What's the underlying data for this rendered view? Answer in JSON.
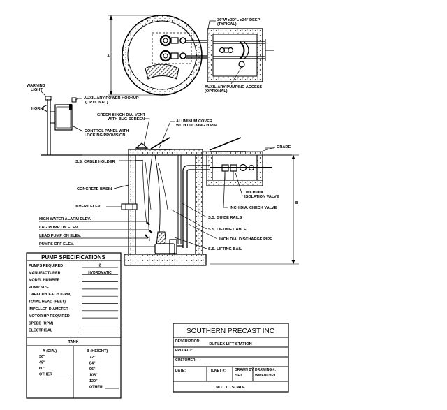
{
  "plan_view": {
    "dim_a": "A",
    "valve_vault_note_line1": "36\"W x30\"L x24\" DEEP",
    "valve_vault_note_line2": "(TYPICAL)",
    "aux_pumping_line1": "AUXILIARY PUMPING ACCESS",
    "aux_pumping_line2": "(OPTIONAL)"
  },
  "section_labels": {
    "warning_light_line1": "WARNING",
    "warning_light_line2": "LIGHT",
    "horn": "HORN",
    "aux_power_line1": "AUXILIARY POWER HOOKUP",
    "aux_power_line2": "(OPTIONAL)",
    "vent_line1": "GREEN 8 INCH DIA. VENT",
    "vent_line2": "WITH BUG SCREEN",
    "control_panel_line1": "CONTROL PANEL WITH",
    "control_panel_line2": "LOCKING PROVISION",
    "cover_line1": "ALUMINUM COVER",
    "cover_line2": "WITH LOCKING HASP",
    "grade": "GRADE",
    "ss_cable_holder": "S.S. CABLE HOLDER",
    "concrete_basin": "CONCRETE BASIN",
    "isolation_valve_line1": "INCH DIA.",
    "isolation_valve_line2": "ISOLATION VALVE",
    "check_valve": "INCH DIA. CHECK VALVE",
    "invert_elev": "INVERT ELEV.",
    "high_water": "HIGH WATER ALARM ELEV.",
    "lag_pump": "LAG PUMP ON ELEV.",
    "lead_pump": "LEAD PUMP ON ELEV.",
    "pumps_off": "PUMPS OFF ELEV.",
    "guide_rails": "S.S. GUIDE RAILS",
    "lifting_cable": "S.S. LIFTING CABLE",
    "discharge_pipe": "INCH DIA. DISCHARGE PIPE",
    "lifting_bail": "S.S. LIFTING BAIL",
    "dim_b": "B"
  },
  "pump_specs": {
    "title": "PUMP SPECIFICATIONS",
    "rows": [
      {
        "label": "PUMPS REQUIRED",
        "value": "2"
      },
      {
        "label": "MANUFACTURER",
        "value": "HYDROMATIC"
      },
      {
        "label": "MODEL NUMBER",
        "value": ""
      },
      {
        "label": "PUMP SIZE",
        "value": ""
      },
      {
        "label": "CAPACITY EACH (GPM)",
        "value": ""
      },
      {
        "label": "TOTAL HEAD (FEET)",
        "value": ""
      },
      {
        "label": "IMPELLER DIAMETER",
        "value": ""
      },
      {
        "label": "MOTOR HP REQUIRED",
        "value": ""
      },
      {
        "label": "SPEED (RPM)",
        "value": ""
      },
      {
        "label": "ELECTRICAL",
        "value": ""
      }
    ],
    "tank_title": "TANK",
    "col_a": "A (DIA.)",
    "col_b": "B (HEIGHT)",
    "a_values": [
      "36\"",
      "48\"",
      "60\"",
      "OTHER"
    ],
    "b_values": [
      "72\"",
      "84\"",
      "96\"",
      "108\"",
      "120\"",
      "OTHER"
    ]
  },
  "title_block": {
    "company": "SOUTHERN PRECAST INC",
    "description_label": "DESCRIPTION:",
    "description_value": "DUPLEX LIFT STATION",
    "project_label": "PROJECT:",
    "customer_label": "CUSTOMER:",
    "date_label": "DATE:",
    "ticket_label": "TICKET #:",
    "drawn_by_label": "DRAWN BY:",
    "drawn_by_value": "SET",
    "drawing_label": "DRAWING #:",
    "drawing_value": "WWENCVF9",
    "not_to_scale": "NOT TO SCALE"
  }
}
